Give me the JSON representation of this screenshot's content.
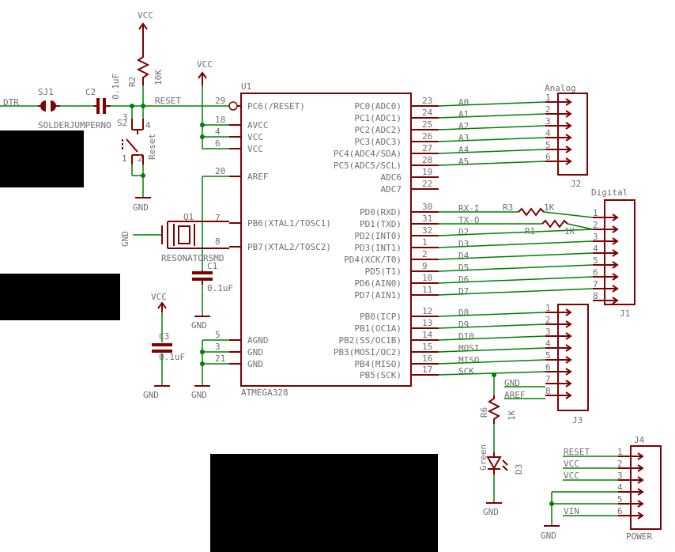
{
  "labels": {
    "vcc": "VCC",
    "gnd": "GND",
    "dtr": "DTR",
    "reset_net": "RESET",
    "sj1": "SJ1",
    "sj1_value": "SOLDERJUMPERNO",
    "c2": "C2",
    "c2_value": "0.1uF",
    "r2": "R2",
    "r2_value": "10K",
    "s2": "S2",
    "s2_value": "Reset",
    "u1": "U1",
    "u1_value": "ATMEGA328",
    "q1": "Q1",
    "q1_value": "RESONATORSMD",
    "c1": "C1",
    "c1_value": "0.1uF",
    "c3": "C3",
    "c3_value": "0.1uF",
    "r3": "R3",
    "r3_value": "1K",
    "r1": "R1",
    "r1_value": "1K",
    "r6": "R6",
    "r6_value": "1K",
    "d3": "D3",
    "d3_value": "Green",
    "j1": "J1",
    "j1_title": "Digital",
    "j2": "J2",
    "j2_title": "Analog",
    "j3": "J3",
    "j4": "J4",
    "j4_title": "POWER",
    "sw_pin1": "1",
    "sw_pin2": "2",
    "sw_pin3": "3",
    "sw_pin4": "4"
  },
  "u1_left_pins": [
    {
      "num": "29",
      "name": "PC6(/RESET)"
    },
    {
      "num": "18",
      "name": "AVCC"
    },
    {
      "num": "4",
      "name": "VCC"
    },
    {
      "num": "6",
      "name": "VCC"
    },
    {
      "num": "20",
      "name": "AREF"
    },
    {
      "num": "7",
      "name": "PB6(XTAL1/TOSC1)"
    },
    {
      "num": "8",
      "name": "PB7(XTAL2/TOSC2)"
    },
    {
      "num": "5",
      "name": "AGND"
    },
    {
      "num": "3",
      "name": "GND"
    },
    {
      "num": "21",
      "name": "GND"
    }
  ],
  "u1_right_pins": [
    {
      "num": "23",
      "name": "PC0(ADC0)",
      "net": "A0"
    },
    {
      "num": "24",
      "name": "PC1(ADC1)",
      "net": "A1"
    },
    {
      "num": "25",
      "name": "PC2(ADC2)",
      "net": "A2"
    },
    {
      "num": "26",
      "name": "PC3(ADC3)",
      "net": "A3"
    },
    {
      "num": "27",
      "name": "PC4(ADC4/SDA)",
      "net": "A4"
    },
    {
      "num": "28",
      "name": "PC5(ADC5/SCL)",
      "net": "A5"
    },
    {
      "num": "19",
      "name": "ADC6",
      "net": ""
    },
    {
      "num": "22",
      "name": "ADC7",
      "net": ""
    },
    {
      "num": "30",
      "name": "PD0(RXD)",
      "net": "RX-I"
    },
    {
      "num": "31",
      "name": "PD1(TXD)",
      "net": "TX-O"
    },
    {
      "num": "32",
      "name": "PD2(INT0)",
      "net": "D2"
    },
    {
      "num": "1",
      "name": "PD3(INT1)",
      "net": "D3"
    },
    {
      "num": "2",
      "name": "PD4(XCK/T0)",
      "net": "D4"
    },
    {
      "num": "9",
      "name": "PD5(T1)",
      "net": "D5"
    },
    {
      "num": "10",
      "name": "PD6(AIN0)",
      "net": "D6"
    },
    {
      "num": "11",
      "name": "PD7(AIN1)",
      "net": "D7"
    },
    {
      "num": "12",
      "name": "PB0(ICP)",
      "net": "D8"
    },
    {
      "num": "13",
      "name": "PB1(OC1A)",
      "net": "D9"
    },
    {
      "num": "14",
      "name": "PB2(SS/OC1B)",
      "net": "D10"
    },
    {
      "num": "15",
      "name": "PB3(MOSI/OC2)",
      "net": "MOSI"
    },
    {
      "num": "16",
      "name": "PB4(MISO)",
      "net": "MISO"
    },
    {
      "num": "17",
      "name": "PB5(SCK)",
      "net": "SCK"
    }
  ],
  "j2_pins": [
    "1",
    "2",
    "3",
    "4",
    "5",
    "6"
  ],
  "j1_pins": [
    "1",
    "2",
    "3",
    "4",
    "5",
    "6",
    "7",
    "8"
  ],
  "j3_pins": [
    "1",
    "2",
    "3",
    "4",
    "5",
    "6",
    "7",
    "8"
  ],
  "j3_extra_nets": [
    "GND",
    "AREF"
  ],
  "j4_pins": [
    {
      "num": "1",
      "net": "RESET"
    },
    {
      "num": "2",
      "net": "VCC"
    },
    {
      "num": "3",
      "net": "VCC"
    },
    {
      "num": "4",
      "net": ""
    },
    {
      "num": "5",
      "net": ""
    },
    {
      "num": "6",
      "net": "VIN"
    }
  ],
  "colors": {
    "symbol": "#800000",
    "wire": "#008000",
    "text": "#707070",
    "redaction": "#000000"
  }
}
